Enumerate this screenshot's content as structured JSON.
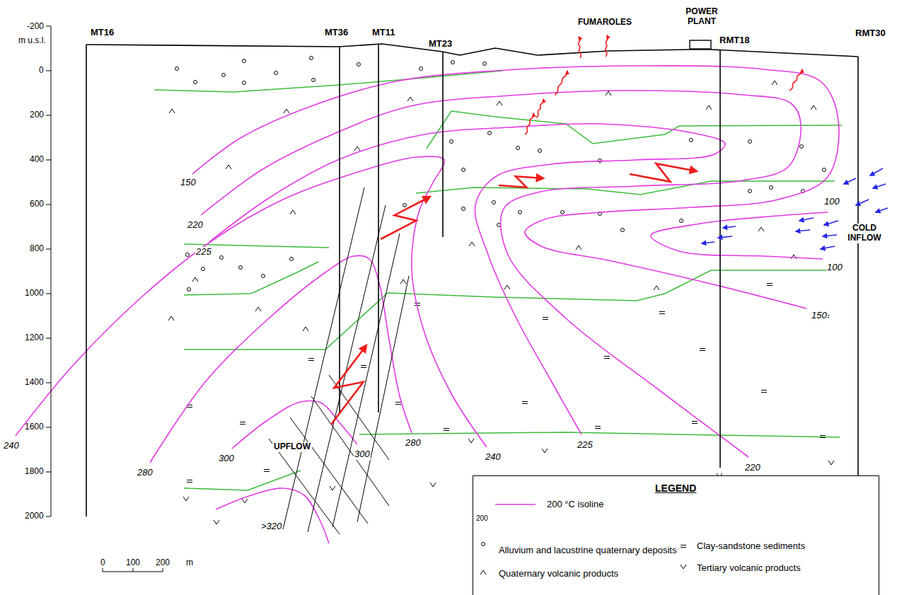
{
  "diagram": {
    "labels": [
      "-200",
      "m u.s.l.",
      "MT16",
      "MT36",
      "MT11",
      "MT23",
      "FUMAROLES",
      "POWER PLANT",
      "RMT18",
      "RMT30",
      "0",
      "200",
      "400",
      "600",
      "800",
      "1000",
      "1200",
      "1400",
      "1600",
      "1800",
      "2000",
      "150",
      "100",
      "220",
      "COLD INFLOW",
      "225",
      "100",
      "150",
      "240",
      "UPFLOW",
      "300",
      "280",
      "300",
      "280",
      "240",
      "225",
      "220",
      ">320",
      "0",
      "100",
      "200",
      "m",
      "LEGEND",
      "200"
    ],
    "legend": [
      {
        "text": "200 °C isoline"
      },
      {
        "text": "Alluvium and lacustrine quaternary deposits"
      },
      {
        "text": "Clay-sandstone sediments"
      },
      {
        "text": "Quaternary volcanic products"
      },
      {
        "text": "Tertiary volcanic products"
      }
    ]
  }
}
